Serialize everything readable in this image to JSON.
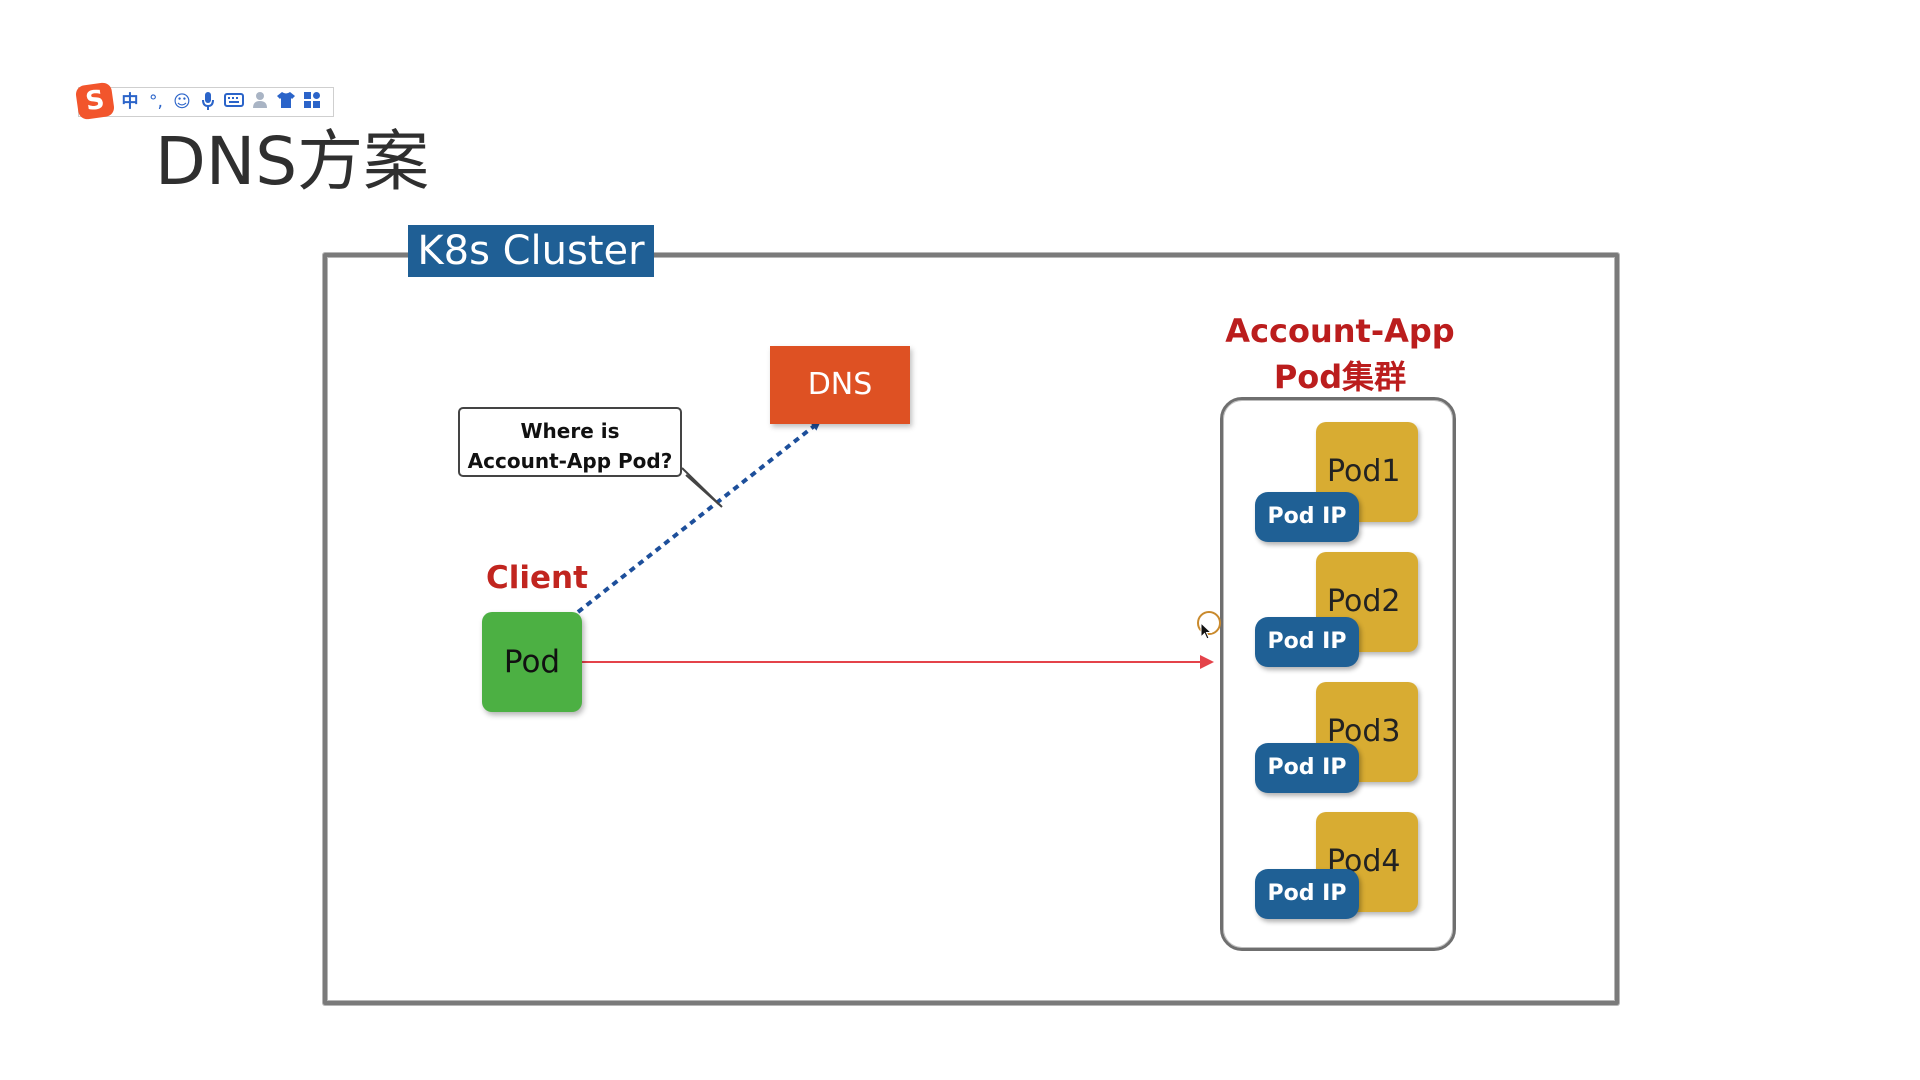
{
  "ime_toolbar": {
    "logo": "S",
    "items": [
      {
        "label": "中",
        "icon": "chinese-mode-icon"
      },
      {
        "label": "°,",
        "icon": "punctuation-icon"
      },
      {
        "label": "☺",
        "icon": "emoji-icon"
      },
      {
        "label": "🎤",
        "icon": "microphone-icon"
      },
      {
        "label": "⌨",
        "icon": "keyboard-icon"
      },
      {
        "label": "👤",
        "icon": "user-icon"
      },
      {
        "label": "👕",
        "icon": "skin-icon"
      },
      {
        "label": "▦",
        "icon": "toolbox-icon"
      }
    ]
  },
  "page": {
    "title": "DNS方案"
  },
  "cluster": {
    "label": "K8s Cluster"
  },
  "dns": {
    "label": "DNS",
    "color": "#de5123"
  },
  "callout": {
    "line1": "Where is",
    "line2": "Account-App Pod?"
  },
  "client": {
    "label": "Client",
    "pod_label": "Pod",
    "color": "#4cb043"
  },
  "group": {
    "title_line1": "Account-App",
    "title_line2": "Pod集群",
    "pods": [
      {
        "name": "Pod1",
        "ip_label": "Pod IP"
      },
      {
        "name": "Pod2",
        "ip_label": "Pod IP"
      },
      {
        "name": "Pod3",
        "ip_label": "Pod IP"
      },
      {
        "name": "Pod4",
        "ip_label": "Pod IP"
      }
    ]
  },
  "colors": {
    "title_red": "#bb1d1d",
    "pod_gold": "#d8ac32",
    "ip_blue": "#1f6095",
    "dns_arrow": "#1d4f9b",
    "request_arrow": "#e4434a"
  }
}
